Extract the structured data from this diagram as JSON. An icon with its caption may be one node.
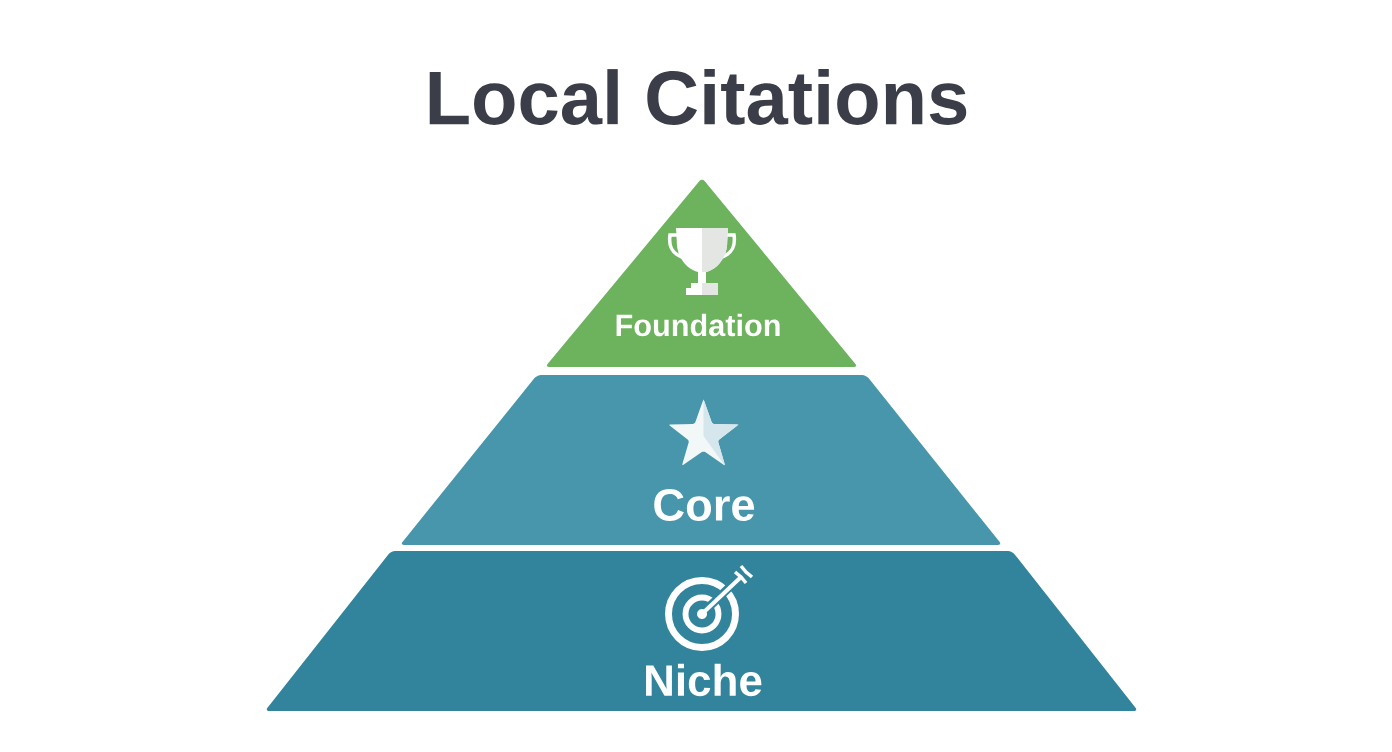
{
  "diagram": {
    "title": "Local Citations",
    "nodes": [
      {
        "text": [
          "Foundation"
        ]
      },
      {
        "text": [
          "Core"
        ]
      },
      {
        "text": [
          "Niche"
        ]
      }
    ]
  }
}
